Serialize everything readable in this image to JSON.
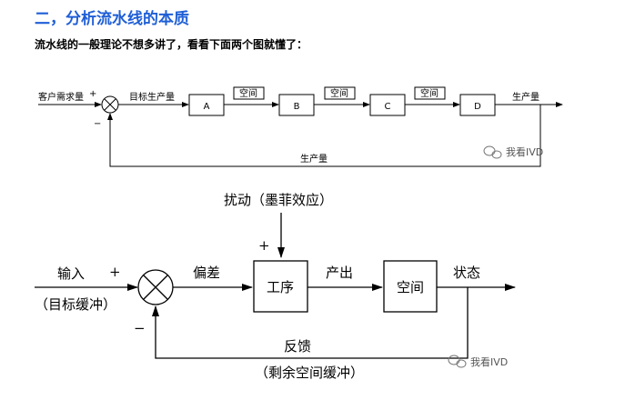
{
  "header": {
    "title": "二，分析流水线的本质",
    "intro": "流水线的一般理论不想多讲了，看看下面两个图就懂了："
  },
  "diagram1": {
    "input_label": "客户需求量",
    "plus": "+",
    "minus": "−",
    "target_label": "目标生产量",
    "blocks": [
      "A",
      "B",
      "C",
      "D"
    ],
    "buffer_label": "空间",
    "output_label": "生产量",
    "feedback_label": "生产量",
    "watermark": "我看IVD"
  },
  "diagram2": {
    "disturbance_label": "扰动（墨菲效应）",
    "plus_top": "+",
    "input_label": "输入",
    "input_sub": "（目标缓冲）",
    "plus_left": "+",
    "minus": "−",
    "error_label": "偏差",
    "process_label": "工序",
    "produce_label": "产出",
    "buffer_label": "空间",
    "state_label": "状态",
    "feedback_label": "反馈",
    "feedback_sub": "（剩余空间缓冲）",
    "watermark": "我看IVD"
  },
  "colors": {
    "title": "#1f5fd6",
    "line": "#000000"
  }
}
